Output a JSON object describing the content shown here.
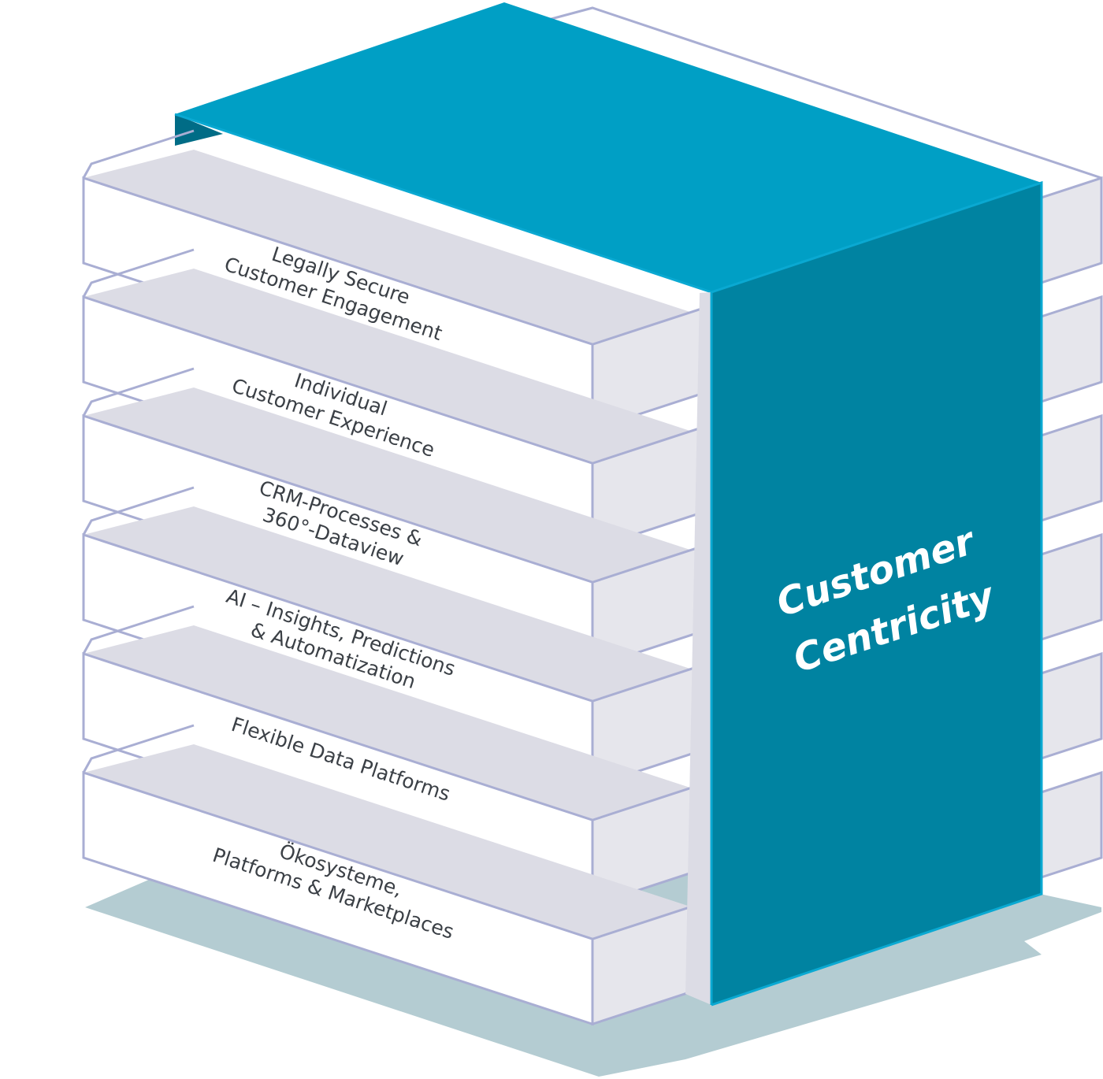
{
  "diagram": {
    "title": "Customer Centricity",
    "cover": {
      "label_lines": [
        "Customer",
        "Centricity"
      ]
    },
    "layers": [
      {
        "id": "legally-secure-engagement",
        "lines": [
          "Legally Secure",
          "Customer Engagement"
        ]
      },
      {
        "id": "individual-experience",
        "lines": [
          "Individual",
          "Customer Experience"
        ]
      },
      {
        "id": "crm-processes",
        "lines": [
          "CRM-Processes &",
          "360°-Dataview"
        ]
      },
      {
        "id": "ai-insights",
        "lines": [
          "AI – Insights, Predictions",
          "& Automatization"
        ]
      },
      {
        "id": "flexible-data-platforms",
        "lines": [
          "Flexible Data Platforms"
        ]
      },
      {
        "id": "ecosystems",
        "lines": [
          "Ökosysteme,",
          "Platforms & Marketplaces"
        ]
      }
    ],
    "colors": {
      "cover_top": "#009fc5",
      "cover_side": "#0083a1",
      "cover_edge": "#0aa9d2",
      "cover_fold": "#006c86",
      "slab_front": "#ffffff",
      "slab_side": "#e6e6ec",
      "slab_gap": "#dcdce5",
      "slab_stroke": "#a9aed3",
      "shadow": "#b4ccd2",
      "text": "#3b4046"
    }
  }
}
